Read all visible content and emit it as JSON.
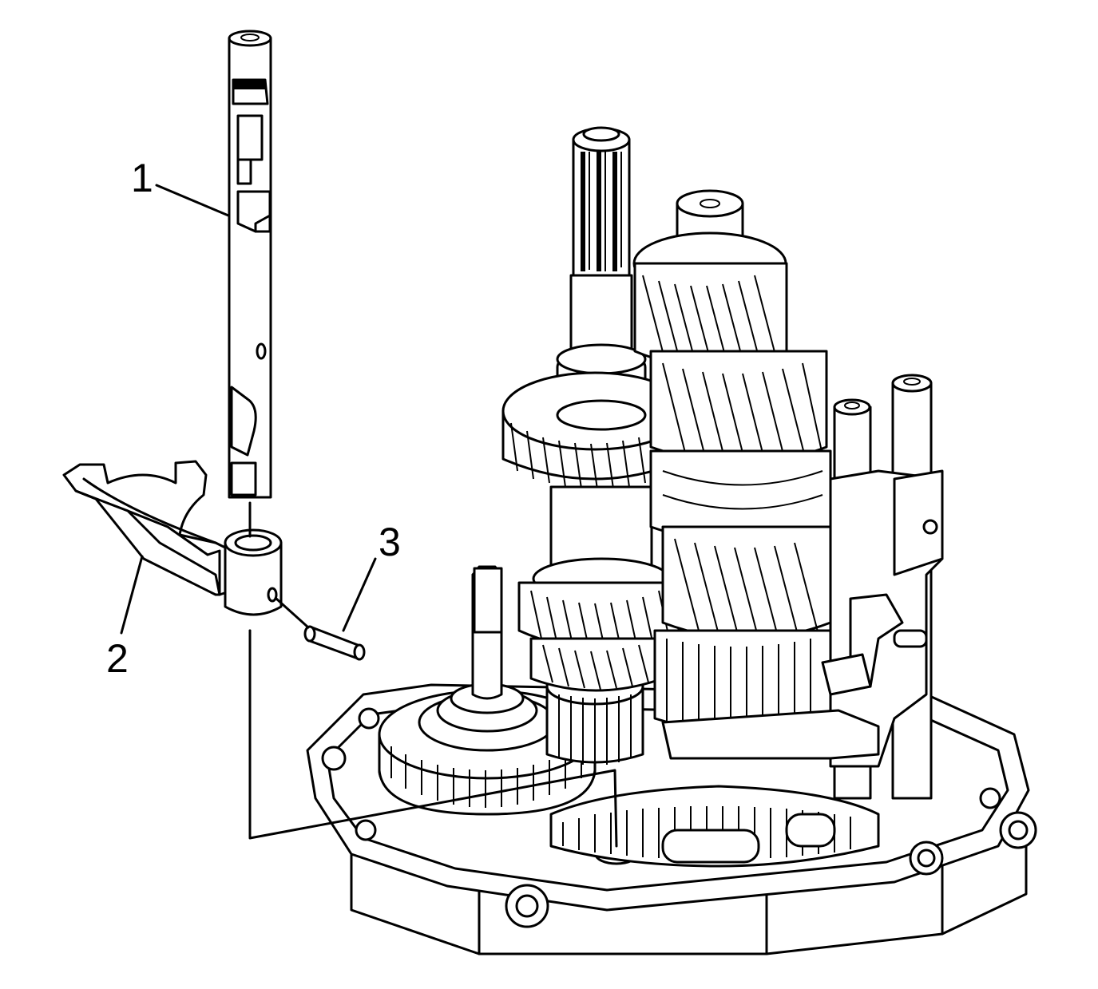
{
  "callouts": [
    {
      "label": "1",
      "part": "shift-shaft"
    },
    {
      "label": "2",
      "part": "shift-fork"
    },
    {
      "label": "3",
      "part": "roll-pin"
    }
  ],
  "colors": {
    "line": "#000000",
    "background": "#ffffff"
  }
}
